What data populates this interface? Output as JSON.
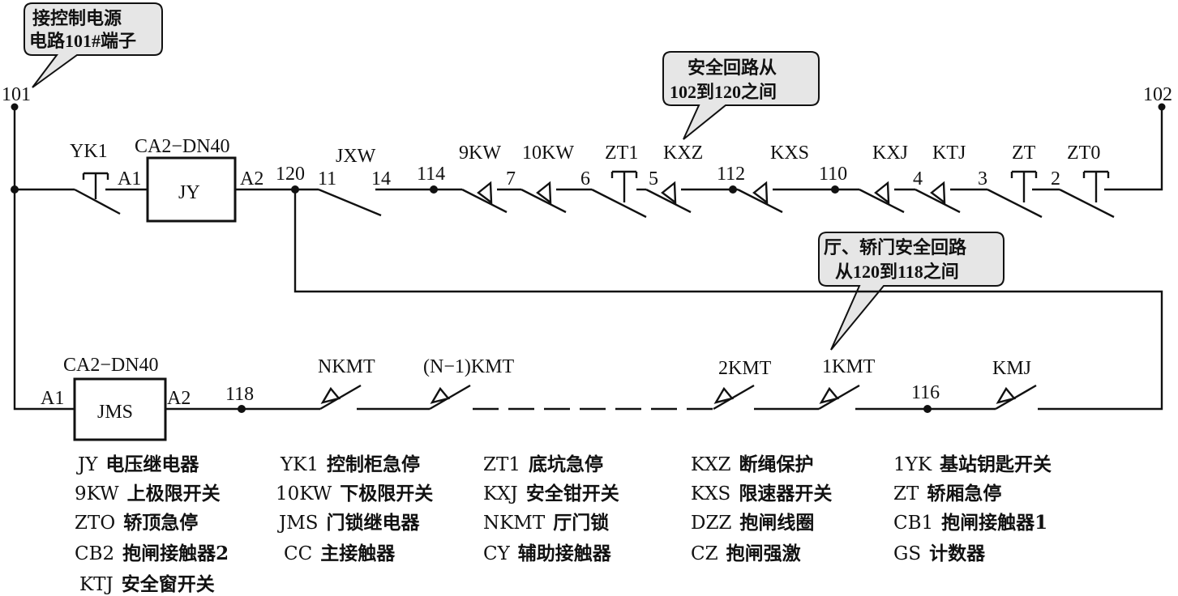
{
  "callouts": {
    "top_left": [
      "接控制电源",
      "电路101#端子"
    ],
    "safety_loop": [
      "安全回路从",
      "102到120之间"
    ],
    "door_loop": [
      "厅、轿门安全回路",
      "从120到118之间"
    ]
  },
  "terminals": {
    "t101": "101",
    "t102": "102",
    "t120": "120",
    "t11": "11",
    "t14": "14",
    "t114": "114",
    "t7": "7",
    "t6": "6",
    "t5": "5",
    "t112": "112",
    "t110": "110",
    "t4": "4",
    "t3": "3",
    "t2": "2",
    "t118": "118",
    "t116": "116",
    "a1_top": "A1",
    "a2_top": "A2",
    "a1_bot": "A1",
    "a2_bot": "A2"
  },
  "components": {
    "yk1": "YK1",
    "ca2_top": "CA2−DN40",
    "jy": "JY",
    "jxw": "JXW",
    "kw9": "9KW",
    "kw10": "10KW",
    "zt1": "ZT1",
    "kxz": "KXZ",
    "kxs": "KXS",
    "kxj": "KXJ",
    "ktj": "KTJ",
    "zt": "ZT",
    "zt0": "ZT0",
    "ca2_bot": "CA2−DN40",
    "jms": "JMS",
    "nkmt": "NKMT",
    "n1kmt": "(N−1)KMT",
    "kmt2": "2KMT",
    "kmt1": "1KMT",
    "kmj": "KMJ"
  },
  "legend": [
    {
      "code": "JY",
      "desc": "电压继电器"
    },
    {
      "code": "YK1",
      "desc": "控制柜急停"
    },
    {
      "code": "ZT1",
      "desc": "底坑急停"
    },
    {
      "code": "KXZ",
      "desc": "断绳保护"
    },
    {
      "code": "1YK",
      "desc": "基站钥匙开关"
    },
    {
      "code": "9KW",
      "desc": "上极限开关"
    },
    {
      "code": "10KW",
      "desc": "下极限开关"
    },
    {
      "code": "KXJ",
      "desc": "安全钳开关"
    },
    {
      "code": "KXS",
      "desc": "限速器开关"
    },
    {
      "code": "ZT",
      "desc": "轿厢急停"
    },
    {
      "code": "ZTO",
      "desc": "轿顶急停"
    },
    {
      "code": "JMS",
      "desc": "门锁继电器"
    },
    {
      "code": "NKMT",
      "desc": "厅门锁"
    },
    {
      "code": "DZZ",
      "desc": "抱闸线圈"
    },
    {
      "code": "CB1",
      "desc": "抱闸接触器1"
    },
    {
      "code": "CB2",
      "desc": "抱闸接触器2"
    },
    {
      "code": "CC",
      "desc": "主接触器"
    },
    {
      "code": "CY",
      "desc": "辅助接触器"
    },
    {
      "code": "CZ",
      "desc": "抱闸强激"
    },
    {
      "code": "GS",
      "desc": "计数器"
    },
    {
      "code": "KTJ",
      "desc": "安全窗开关"
    }
  ]
}
